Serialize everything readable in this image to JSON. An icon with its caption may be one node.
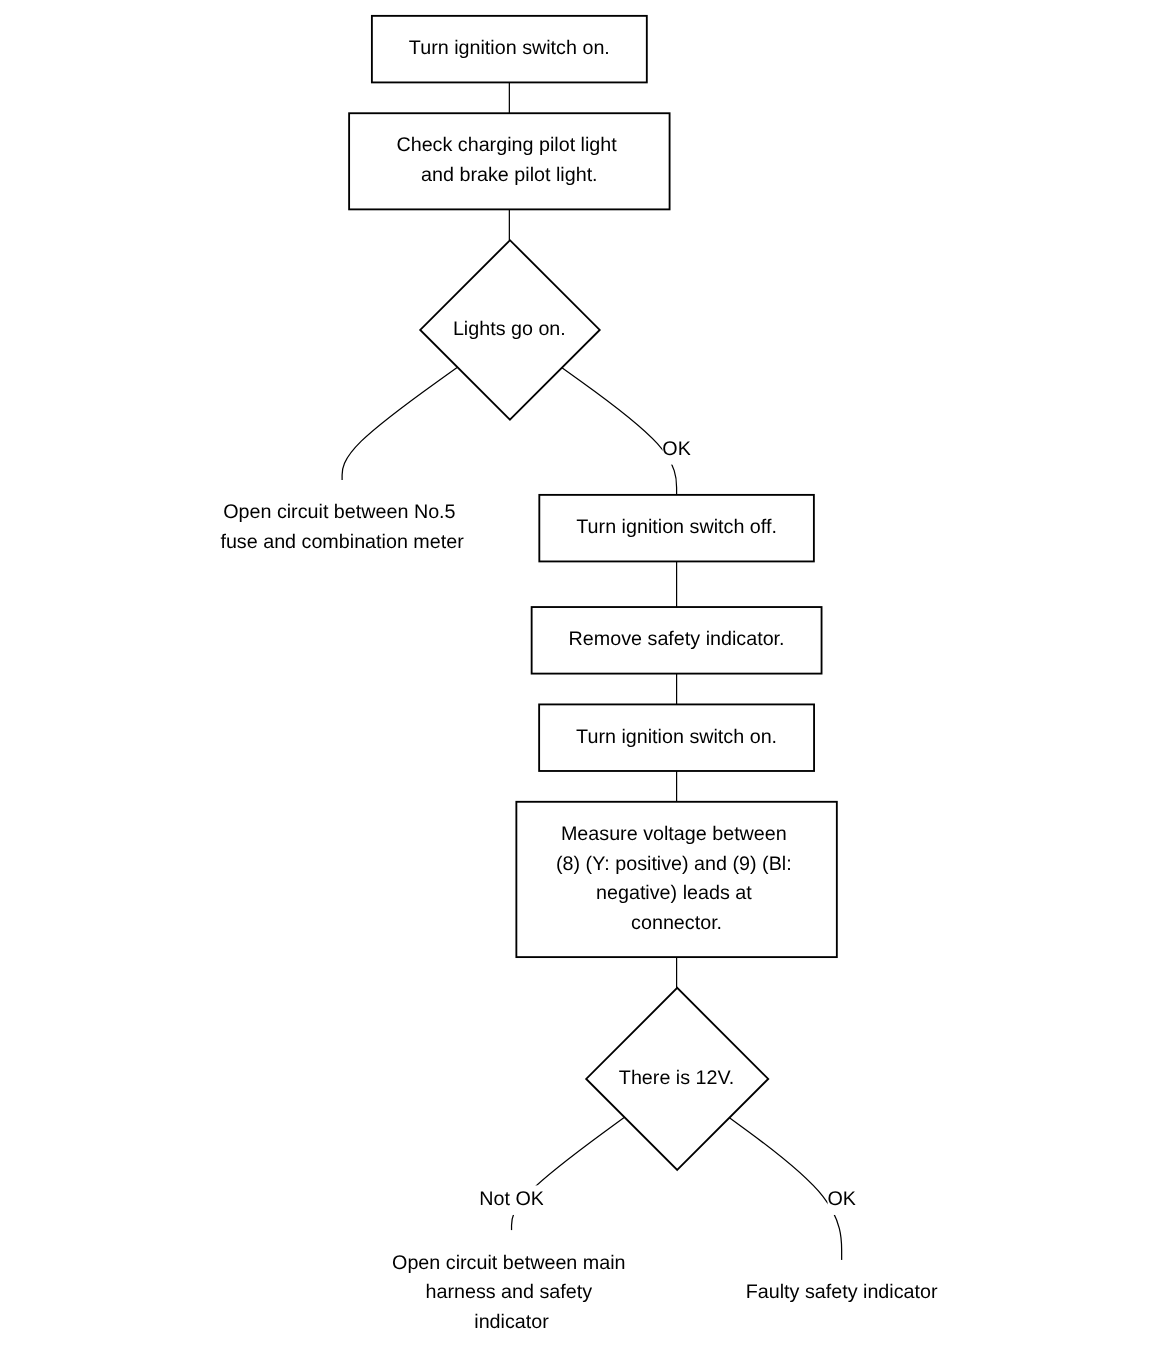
{
  "diagram": {
    "nodes": [
      {
        "text": [
          "Turn ignition switch on."
        ]
      },
      {
        "text": [
          "Check charging pilot light and brake pilot light."
        ]
      },
      {
        "text": [
          "Lights go on."
        ]
      },
      {
        "text": [
          "Open circuit between No.5 fuse and combination meter"
        ]
      },
      {
        "text": [
          "Turn ignition switch off."
        ]
      },
      {
        "text": [
          "Remove safety indicator."
        ]
      },
      {
        "text": [
          "Turn ignition switch on."
        ]
      },
      {
        "text": [
          "Measure voltage between (8) (Y: positive) and (9) (Bl: negative) leads at connector."
        ]
      },
      {
        "text": [
          "There is 12V."
        ]
      },
      {
        "text": [
          "Open circuit between main harness and safety indicator"
        ]
      },
      {
        "text": [
          "Faulty safety indicator"
        ]
      }
    ],
    "edges": [
      {
        "from": 0,
        "to": 1,
        "arrow": "none"
      },
      {
        "from": 1,
        "to": 2,
        "arrow": "none"
      },
      {
        "from": 2,
        "to": 3,
        "arrow": "none"
      },
      {
        "from": 2,
        "to": 4,
        "arrow": "none",
        "label": "OK"
      },
      {
        "from": 4,
        "to": 5,
        "arrow": "none"
      },
      {
        "from": 5,
        "to": 6,
        "arrow": "none"
      },
      {
        "from": 6,
        "to": 7,
        "arrow": "none"
      },
      {
        "from": 7,
        "to": 8,
        "arrow": "none"
      },
      {
        "from": 8,
        "to": 9,
        "arrow": "none",
        "label": "Not OK"
      },
      {
        "from": 8,
        "to": 10,
        "arrow": "none",
        "label": "OK"
      }
    ]
  }
}
